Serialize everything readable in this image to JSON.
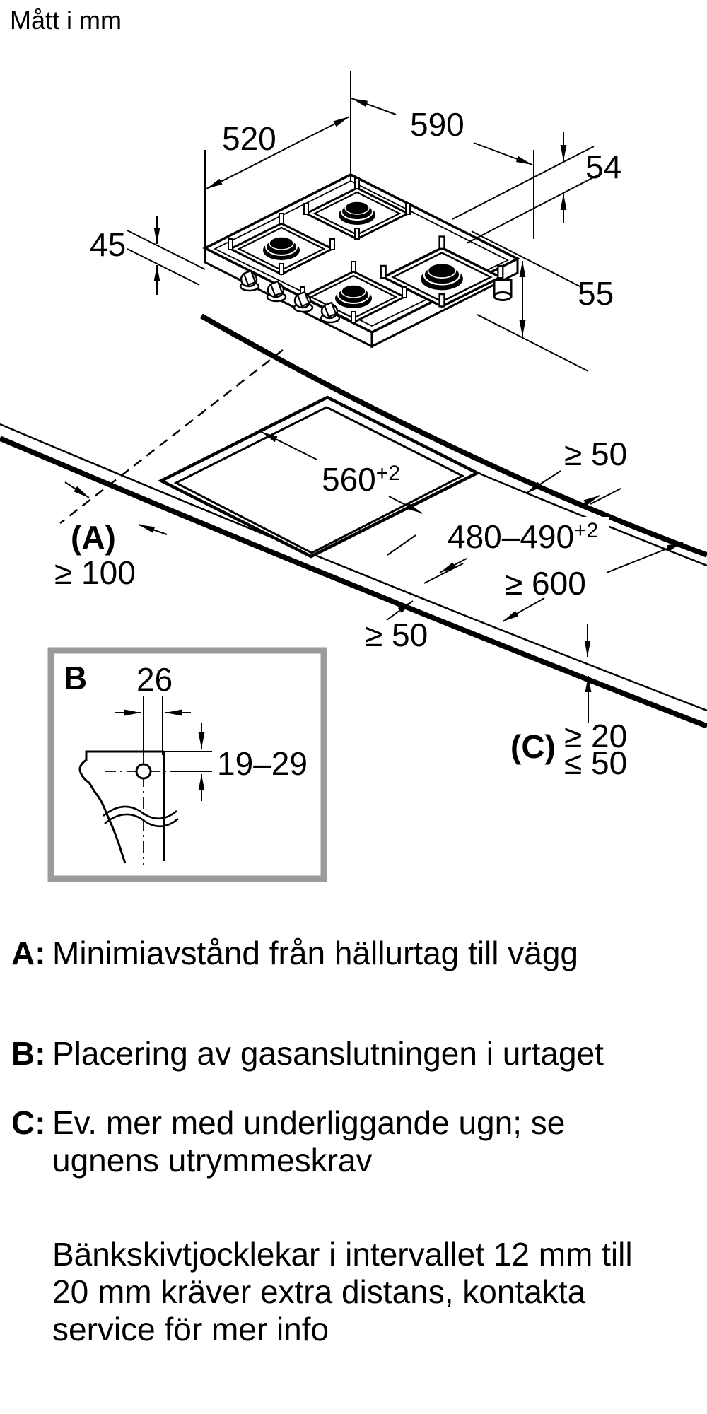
{
  "title": "Mått i mm",
  "dims": {
    "depth": "520",
    "width": "590",
    "edge": "54",
    "thickness": "45",
    "height": "55",
    "cutout_width": "560",
    "cutout_width_tol": "+2",
    "cutout_depth": "480–490",
    "cutout_depth_tol": "+2",
    "rear_clearance": "≥ 50",
    "label_a": "(A)",
    "wall_clearance": "≥ 100",
    "worktop_depth": "≥ 600",
    "front_clearance": "≥ 50",
    "label_c": "(C)",
    "below_min": "≥ 20",
    "below_max": "≤ 50"
  },
  "detail_b": {
    "label": "B",
    "hole_offset": "26",
    "hole_range": "19–29"
  },
  "legend": [
    {
      "key": "A:",
      "line1": "Minimiavstånd från hällurtag till vägg"
    },
    {
      "key": "B:",
      "line1": "Placering av gasanslutningen i urtaget"
    },
    {
      "key": "C:",
      "line1": "Ev. mer med underliggande ugn; se",
      "line2": "ugnens utrymmeskrav"
    }
  ],
  "note": {
    "line1": "Bänkskivtjocklekar i intervallet 12 mm till",
    "line2": "20 mm kräver extra distans, kontakta",
    "line3": "service för mer info"
  }
}
